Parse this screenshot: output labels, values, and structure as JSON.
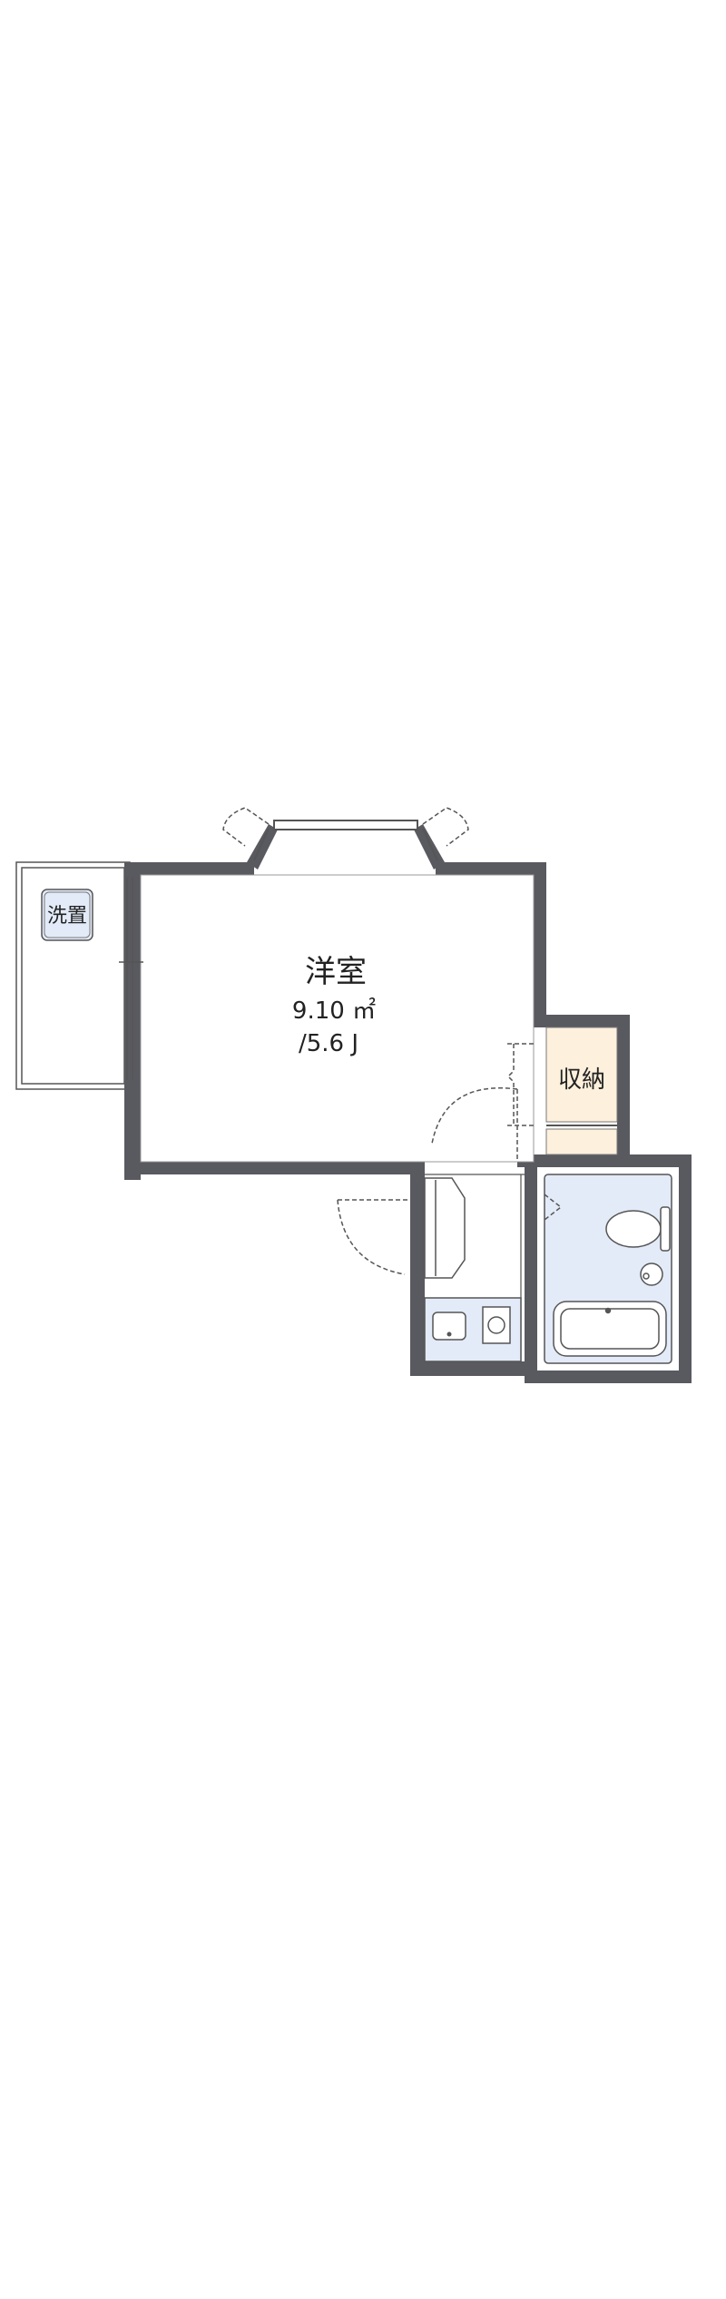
{
  "rooms": {
    "main": {
      "name": "洋室",
      "area": "9.10 ㎡",
      "tatami": "/5.6 J"
    },
    "storage": {
      "name": "収納"
    },
    "laundry": {
      "name": "洗置"
    }
  },
  "colors": {
    "wall": "#595960",
    "fixture_fill": "#e3ebf8",
    "storage_fill": "#fdf0dc",
    "line": "#333333",
    "background": "#ffffff"
  },
  "fixtures": [
    "toilet",
    "washbasin",
    "bathtub",
    "kitchen-sink",
    "stove",
    "washing-machine-space"
  ]
}
